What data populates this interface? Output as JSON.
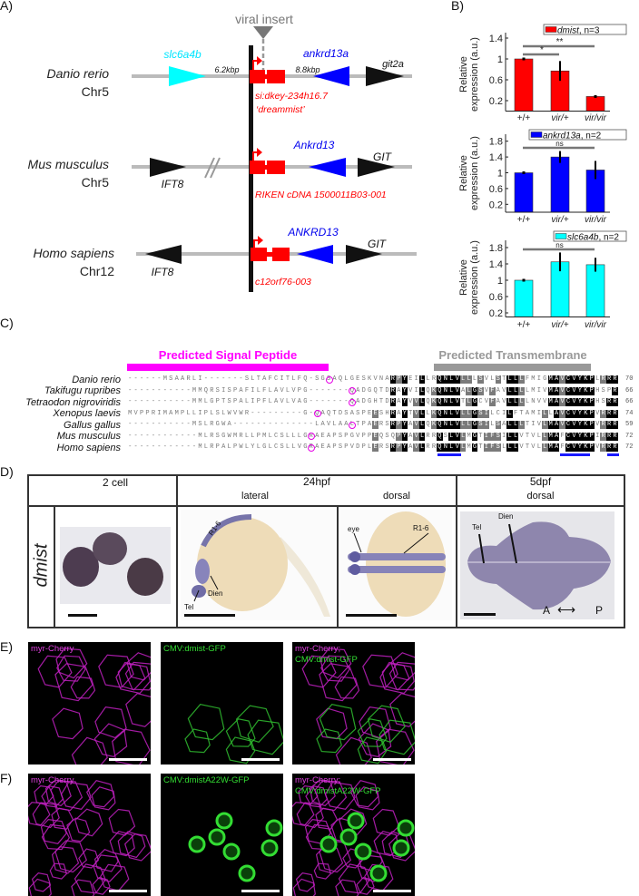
{
  "panels": {
    "a": "A)",
    "b": "B)",
    "c": "C)",
    "d": "D)",
    "e": "E)",
    "f": "F)"
  },
  "panel_a": {
    "viral_insert": "viral insert",
    "rows": [
      {
        "species": "Danio rerio",
        "chr": "Chr5",
        "left_gene": "slc6a4b",
        "dist_left": "6.2kbp",
        "dist_right": "8.8kbp",
        "blue_gene": "ankrd13a",
        "right_gene": "git2a",
        "red_gene": "si:dkey-234h16.7",
        "red_alias": "‘dreammist’"
      },
      {
        "species": "Mus musculus",
        "chr": "Chr5",
        "left_gene": "IFT8",
        "blue_gene": "Ankrd13",
        "right_gene": "GIT",
        "red_gene": "RIKEN cDNA 1500011B03-001"
      },
      {
        "species": "Homo sapiens",
        "chr": "Chr12",
        "left_gene": "IFT8",
        "blue_gene": "ANKRD13",
        "right_gene": "GIT",
        "red_gene": "c12orf76-003"
      }
    ],
    "colors": {
      "cyan": "#00ffff",
      "blue": "#0000ff",
      "red": "#ff0000",
      "black": "#111111",
      "gray": "#bbbbbb"
    }
  },
  "chart_data": [
    {
      "type": "bar",
      "gene": "dmist",
      "n_label": ", n=3",
      "color": "#ff0000",
      "ylabel": [
        "Relative",
        "expression (a.u.)"
      ],
      "categories": [
        "+/+",
        "vir/+",
        "vir/vir"
      ],
      "values": [
        1.0,
        0.77,
        0.28
      ],
      "errors": [
        0.01,
        0.19,
        0.02
      ],
      "yticks": [
        0.2,
        0.6,
        1,
        1.4
      ],
      "ytick_labels": [
        "0.2",
        "0.6",
        "1",
        "1.4"
      ],
      "ylim": [
        0,
        1.5
      ],
      "significance": [
        {
          "from": 0,
          "to": 2,
          "label": "**"
        },
        {
          "from": 0,
          "to": 1,
          "label": "*"
        }
      ],
      "legend": "top-right"
    },
    {
      "type": "bar",
      "gene": "ankrd13a",
      "n_label": ", n=2",
      "color": "#0000ff",
      "ylabel": [
        "Relative",
        "expression (a.u.)"
      ],
      "categories": [
        "+/+",
        "vir/+",
        "vir/vir"
      ],
      "values": [
        1.0,
        1.4,
        1.07
      ],
      "errors": [
        0.01,
        0.15,
        0.23
      ],
      "yticks": [
        0.2,
        0.6,
        1,
        1.4,
        1.8
      ],
      "ytick_labels": [
        "0.2",
        "0.6",
        "1",
        "1.4",
        "1.8"
      ],
      "ylim": [
        0,
        2.0
      ],
      "significance": [
        {
          "from": 0,
          "to": 2,
          "label": "ns"
        }
      ],
      "legend": "top-right"
    },
    {
      "type": "bar",
      "gene": "slc6a4b",
      "n_label": ", n=2",
      "color": "#00ffff",
      "ylabel": [
        "Relative",
        "expression (a.u.)"
      ],
      "categories": [
        "+/+",
        "vir/+",
        "vir/vir"
      ],
      "values": [
        1.0,
        1.45,
        1.38
      ],
      "errors": [
        0.01,
        0.23,
        0.17
      ],
      "yticks": [
        0.2,
        0.6,
        1,
        1.4,
        1.8
      ],
      "ytick_labels": [
        "0.2",
        "0.6",
        "1",
        "1.4",
        "1.8"
      ],
      "ylim": [
        0.1,
        2.0
      ],
      "significance": [
        {
          "from": 0,
          "to": 2,
          "label": "ns"
        }
      ],
      "legend": "top-right"
    }
  ],
  "panel_c": {
    "signal_peptide": "Predicted Signal Peptide",
    "transmembrane": "Predicted Transmembrane",
    "signal_color": "#ff00ff",
    "tm_color": "#999999",
    "rows": [
      {
        "species": "Danio rerio",
        "seq": "------MSAARLI-------SLTAFCITLFQ-SGSAQLGESKVNARPYEILLRQNLVLLLSVLSTLLLFMIGMAVCVYKPLRRR",
        "length": "70",
        "cleavage_index": 34
      },
      {
        "species": "Takifugu rupribes",
        "seq": "-----------MMQRSISPAFILFLAVLVPG-------QADGQTDRAYVILQKQNLVALGSVFAVLLLLMIVMAVCVYKPHSPR",
        "length": "66",
        "cleavage_index": 38
      },
      {
        "species": "Tetraodon nigroviridis",
        "seq": "-----------MMLGPTSPALIPFLAVLVAG-------QADGHTDRAYVVLQKQNLVTLGCVFAVLLLLNVVMAVCVYKPHSRR",
        "length": "66",
        "cleavage_index": 38
      },
      {
        "species": "Xenopus laevis",
        "seq": "MVPPRIMAMPLLIPLSLWVWR---------G-QAQTDSASPEESHRAYTVLLKQNLVLLGSILCILFTAMILLAVCVYKPVRRR",
        "length": "74",
        "cleavage_index": 32
      },
      {
        "species": "Gallus gallus",
        "seq": "-----------MSLRGWA--------------LAVLAALTPAERSRPYAVLQKQNLVLLGSILSALLLTIVLMAVCVYKPVRRR",
        "length": "59",
        "cleavage_index": 38
      },
      {
        "species": "Mus musculus",
        "seq": "------------MLRSGWMRLLPMLCSLLLGRAEAPSPGVPPEQSQPYAVLRRQSLVLMGTIFSILLVTVLLMAFCVYKPIRRR",
        "length": "72",
        "cleavage_index": 31
      },
      {
        "species": "Homo sapiens",
        "seq": "------------MLRPALPWLYLGLCSLLVGRAEAPSPVDPLERSRPYAVLRRQNLVLMGTIFSLLLVTVLLMAFCVYKPVRRR",
        "length": "72",
        "cleavage_index": 31
      }
    ],
    "motif_underlines": [
      [
        53,
        56
      ],
      [
        74,
        78
      ],
      [
        82,
        83
      ]
    ]
  },
  "panel_d": {
    "row_label": "dmist",
    "cols": [
      {
        "title": "2 cell"
      },
      {
        "title": "24hpf",
        "sub": [
          "lateral",
          "dorsal"
        ]
      },
      {
        "title": "5dpf",
        "sub": [
          "dorsal"
        ]
      }
    ],
    "annotations": {
      "r16": "R1-6",
      "tel": "Tel",
      "dien": "Dien",
      "eye": "eye",
      "r16b": "R1-6",
      "tel5": "Tel",
      "dien5": "Dien",
      "a": "A",
      "p": "P",
      "arrow": "⟷"
    }
  },
  "panel_e": {
    "labels": [
      "myr-Cherry",
      "CMV:dmist-GFP",
      "myr-Cherry;",
      "CMV:dmist-GFP"
    ]
  },
  "panel_f": {
    "labels": [
      "myr-Cherry",
      "CMV:dmistA22W-GFP",
      "myr-Cherry;",
      "CMV:dmistA22W-GFP"
    ]
  },
  "label_colors": {
    "magenta": "#e040e0",
    "green": "#33dd33"
  }
}
